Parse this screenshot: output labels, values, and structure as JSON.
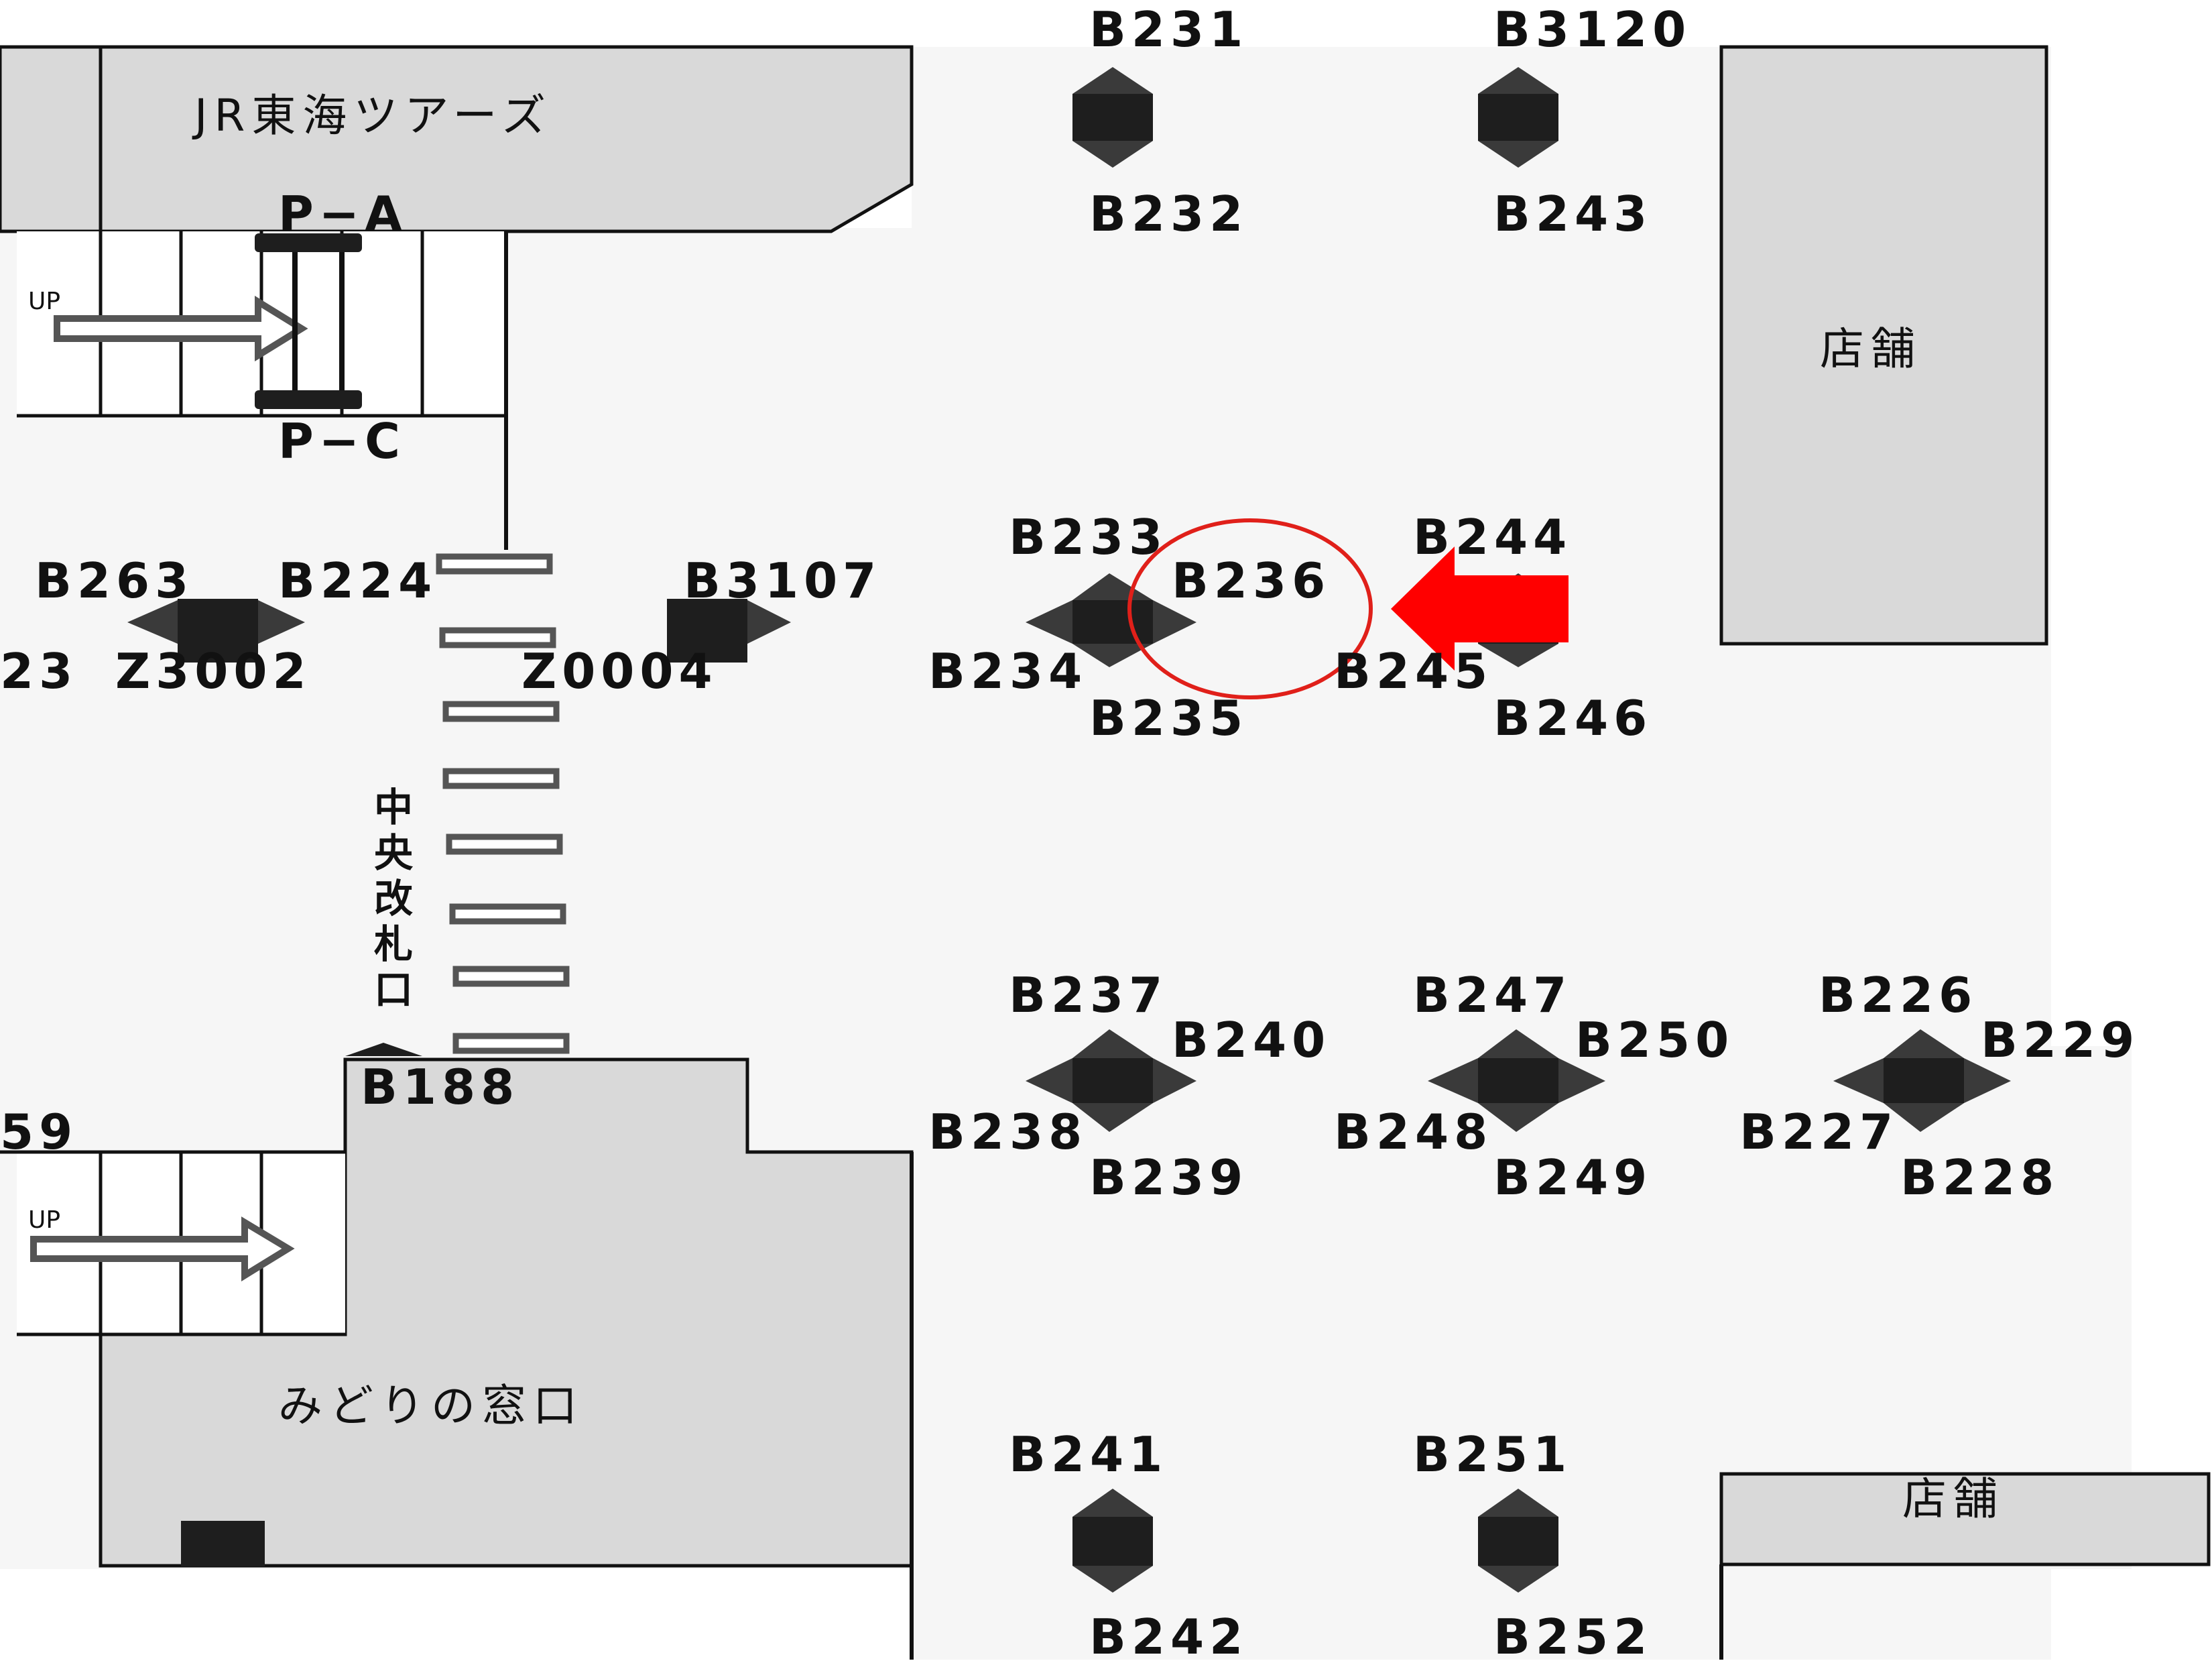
{
  "areas": {
    "jr_tours": "JR東海ツアーズ",
    "shop_top": "店舗",
    "shop_bottom": "店舗",
    "midori": "みどりの窓口",
    "central_gate": [
      "中",
      "央",
      "改",
      "札",
      "口"
    ],
    "up_top": "UP",
    "up_bottom": "UP"
  },
  "labels": {
    "B231": "B231",
    "B3120": "B3120",
    "B232": "B232",
    "B243": "B243",
    "PA": "P−A",
    "PC": "P−C",
    "B263": "B263",
    "B224": "B224",
    "B3107": "B3107",
    "B233": "B233",
    "B236": "B236",
    "B244": "B244",
    "Z3002": "Z3002",
    "Z0004": "Z0004",
    "L23": "23",
    "B234": "B234",
    "B245": "B245",
    "B235": "B235",
    "B246": "B246",
    "B237": "B237",
    "B247": "B247",
    "B226": "B226",
    "B240": "B240",
    "B250": "B250",
    "B229": "B229",
    "B188": "B188",
    "L59": "59",
    "B238": "B238",
    "B248": "B248",
    "B227": "B227",
    "B239": "B239",
    "B249": "B249",
    "B228": "B228",
    "B241": "B241",
    "B251": "B251",
    "B242": "B242",
    "B252": "B252"
  },
  "colors": {
    "floor": "#f6f6f6",
    "room": "#d9d9d9",
    "sign": "#1e1e1e",
    "arrow_tip": "#3a3a3a",
    "highlight_circle": "#e0201a",
    "pointer_arrow": "#ff0000"
  }
}
